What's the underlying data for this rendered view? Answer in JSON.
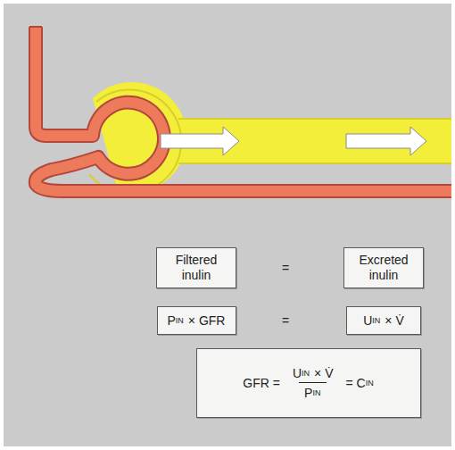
{
  "diagram": {
    "nodes": [
      {
        "text": [
          "Filtered inulin"
        ]
      },
      {
        "text": [
          "Excreted inulin"
        ]
      },
      {
        "text": [
          "P",
          "IN",
          "× GFR"
        ]
      },
      {
        "text": [
          "U",
          "IN",
          "× V̇"
        ]
      },
      {
        "text": [
          "GFR =",
          "U",
          "IN",
          "× V̇",
          "P",
          "IN",
          "= C",
          "IN"
        ]
      }
    ],
    "labels": [
      "=",
      "="
    ]
  }
}
